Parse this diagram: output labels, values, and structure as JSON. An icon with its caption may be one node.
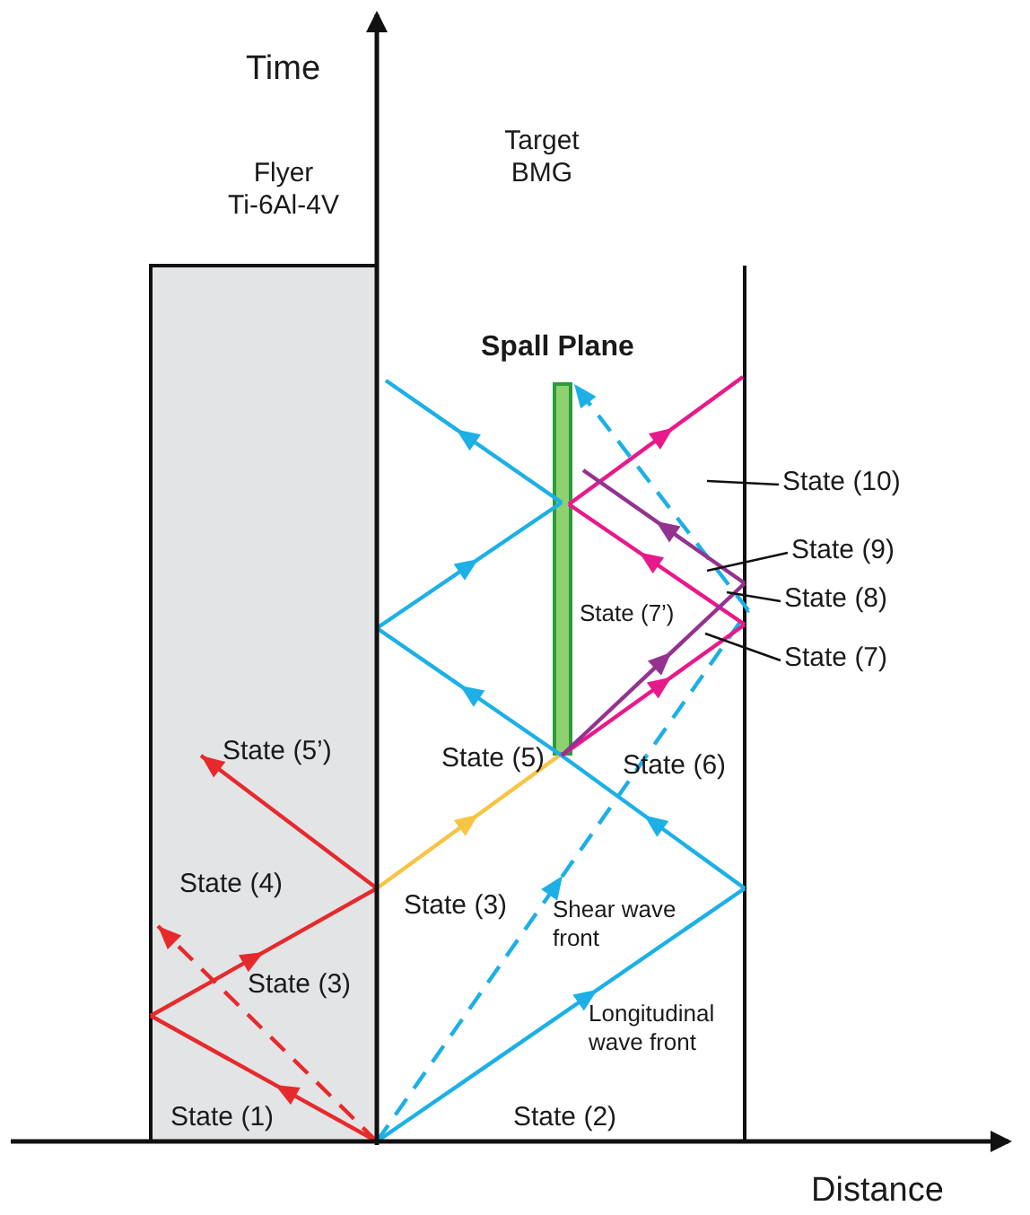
{
  "diagram": {
    "nodes": [
      {
        "text": [
          "State (10)"
        ]
      },
      {
        "text": [
          "State (9)"
        ]
      },
      {
        "text": [
          "State (8)"
        ]
      },
      {
        "text": [
          "State (7)"
        ]
      }
    ],
    "edges": [
      {
        "from": 0,
        "to": null,
        "arrow": "none"
      },
      {
        "from": 1,
        "to": null,
        "arrow": "none"
      },
      {
        "from": 2,
        "to": null,
        "arrow": "none"
      },
      {
        "from": 3,
        "to": null,
        "arrow": "none"
      }
    ],
    "labels": [
      "Time",
      "Flyer Ti-6Al-4V",
      "Target BMG",
      "Spall Plane",
      "State (7’)",
      "State (5’)",
      "State (5)",
      "State (6)",
      "State (4)",
      "State (3)",
      "Shear wave front",
      "State (3)",
      "Longitudinal wave front",
      "State (1)",
      "State (2)",
      "Distance"
    ]
  }
}
